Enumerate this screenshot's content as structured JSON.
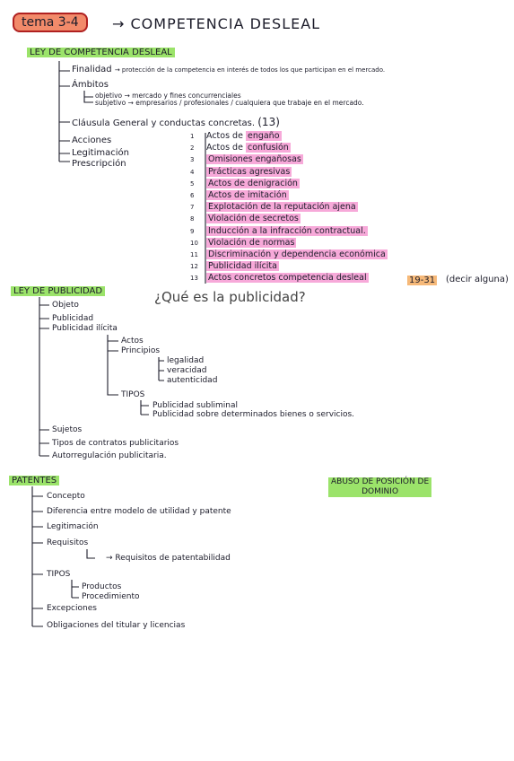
{
  "header": {
    "tema": "tema 3-4",
    "arrow": "→",
    "title": "COMPETENCIA DESLEAL"
  },
  "ley_competencia": {
    "heading": "LEY DE COMPETENCIA DESLEAL",
    "items": [
      {
        "label": "Finalidad",
        "detail": "→ protección de la competencia en interés de todos los que participan en el mercado."
      },
      {
        "label": "Ámbitos",
        "detail": ""
      },
      {
        "label": "Cláusula General y conductas concretas.",
        "detail": "(13)"
      },
      {
        "label": "Acciones",
        "detail": ""
      },
      {
        "label": "Legitimación",
        "detail": ""
      },
      {
        "label": "Prescripción",
        "detail": ""
      }
    ],
    "ambitos": [
      "objetivo → mercado y fines concurrenciales",
      "subjetivo → empresarios / profesionales / cualquiera que trabaje en el mercado."
    ],
    "conductas": [
      {
        "num": "1",
        "plain": "Actos de ",
        "hl": "engaño"
      },
      {
        "num": "2",
        "plain": "Actos de ",
        "hl": "confusión"
      },
      {
        "num": "3",
        "plain": "",
        "hl": "Omisiones engañosas"
      },
      {
        "num": "4",
        "plain": "",
        "hl": "Prácticas agresivas"
      },
      {
        "num": "5",
        "plain": "",
        "hl": "Actos de denigración"
      },
      {
        "num": "6",
        "plain": "",
        "hl": "Actos de imitación"
      },
      {
        "num": "7",
        "plain": "",
        "hl": "Explotación de la reputación ajena"
      },
      {
        "num": "8",
        "plain": "",
        "hl": "Violación de secretos"
      },
      {
        "num": "9",
        "plain": "",
        "hl": "Inducción a la infracción contractual."
      },
      {
        "num": "10",
        "plain": "",
        "hl": "Violación de normas"
      },
      {
        "num": "11",
        "plain": "",
        "hl": "Discriminación y dependencia económica"
      },
      {
        "num": "12",
        "plain": "",
        "hl": "Publicidad ilícita"
      },
      {
        "num": "13",
        "plain": "",
        "hl": "Actos concretos competencia desleal"
      }
    ],
    "articulos": "19-31",
    "nota": "(decir alguna)"
  },
  "ley_publicidad": {
    "heading": "LEY DE PUBLICIDAD",
    "question": "¿Qué es la publicidad?",
    "items": [
      "Objeto",
      "Publicidad",
      "Publicidad ilícita",
      "Sujetos",
      "Tipos de contratos publicitarios",
      "Autorregulación publicitaria."
    ],
    "ilicita_sub": [
      "Actos",
      "Principios"
    ],
    "principios": [
      "legalidad",
      "veracidad",
      "autenticidad"
    ],
    "tipos_label": "TIPOS",
    "tipos": [
      "Publicidad subliminal",
      "Publicidad sobre determinados bienes o servicios."
    ]
  },
  "patentes": {
    "heading": "PATENTES",
    "items": [
      "Concepto",
      "Diferencia entre modelo de utilidad y patente",
      "Legitimación",
      "Requisitos",
      "TIPOS",
      "Excepciones",
      "Obligaciones del titular y licencias"
    ],
    "requisitos_sub": "Requisitos de patentabilidad",
    "tipos_sub": [
      "Productos",
      "Procedimiento"
    ]
  },
  "abuso": {
    "heading_line1": "ABUSO DE POSICIÓN DE",
    "heading_line2": "DOMINIO"
  },
  "colors": {
    "title_box": "#f28a6a",
    "highlight_pink": "#f7a9d9",
    "highlight_green": "#9be36a",
    "highlight_orange": "#f6b979"
  }
}
